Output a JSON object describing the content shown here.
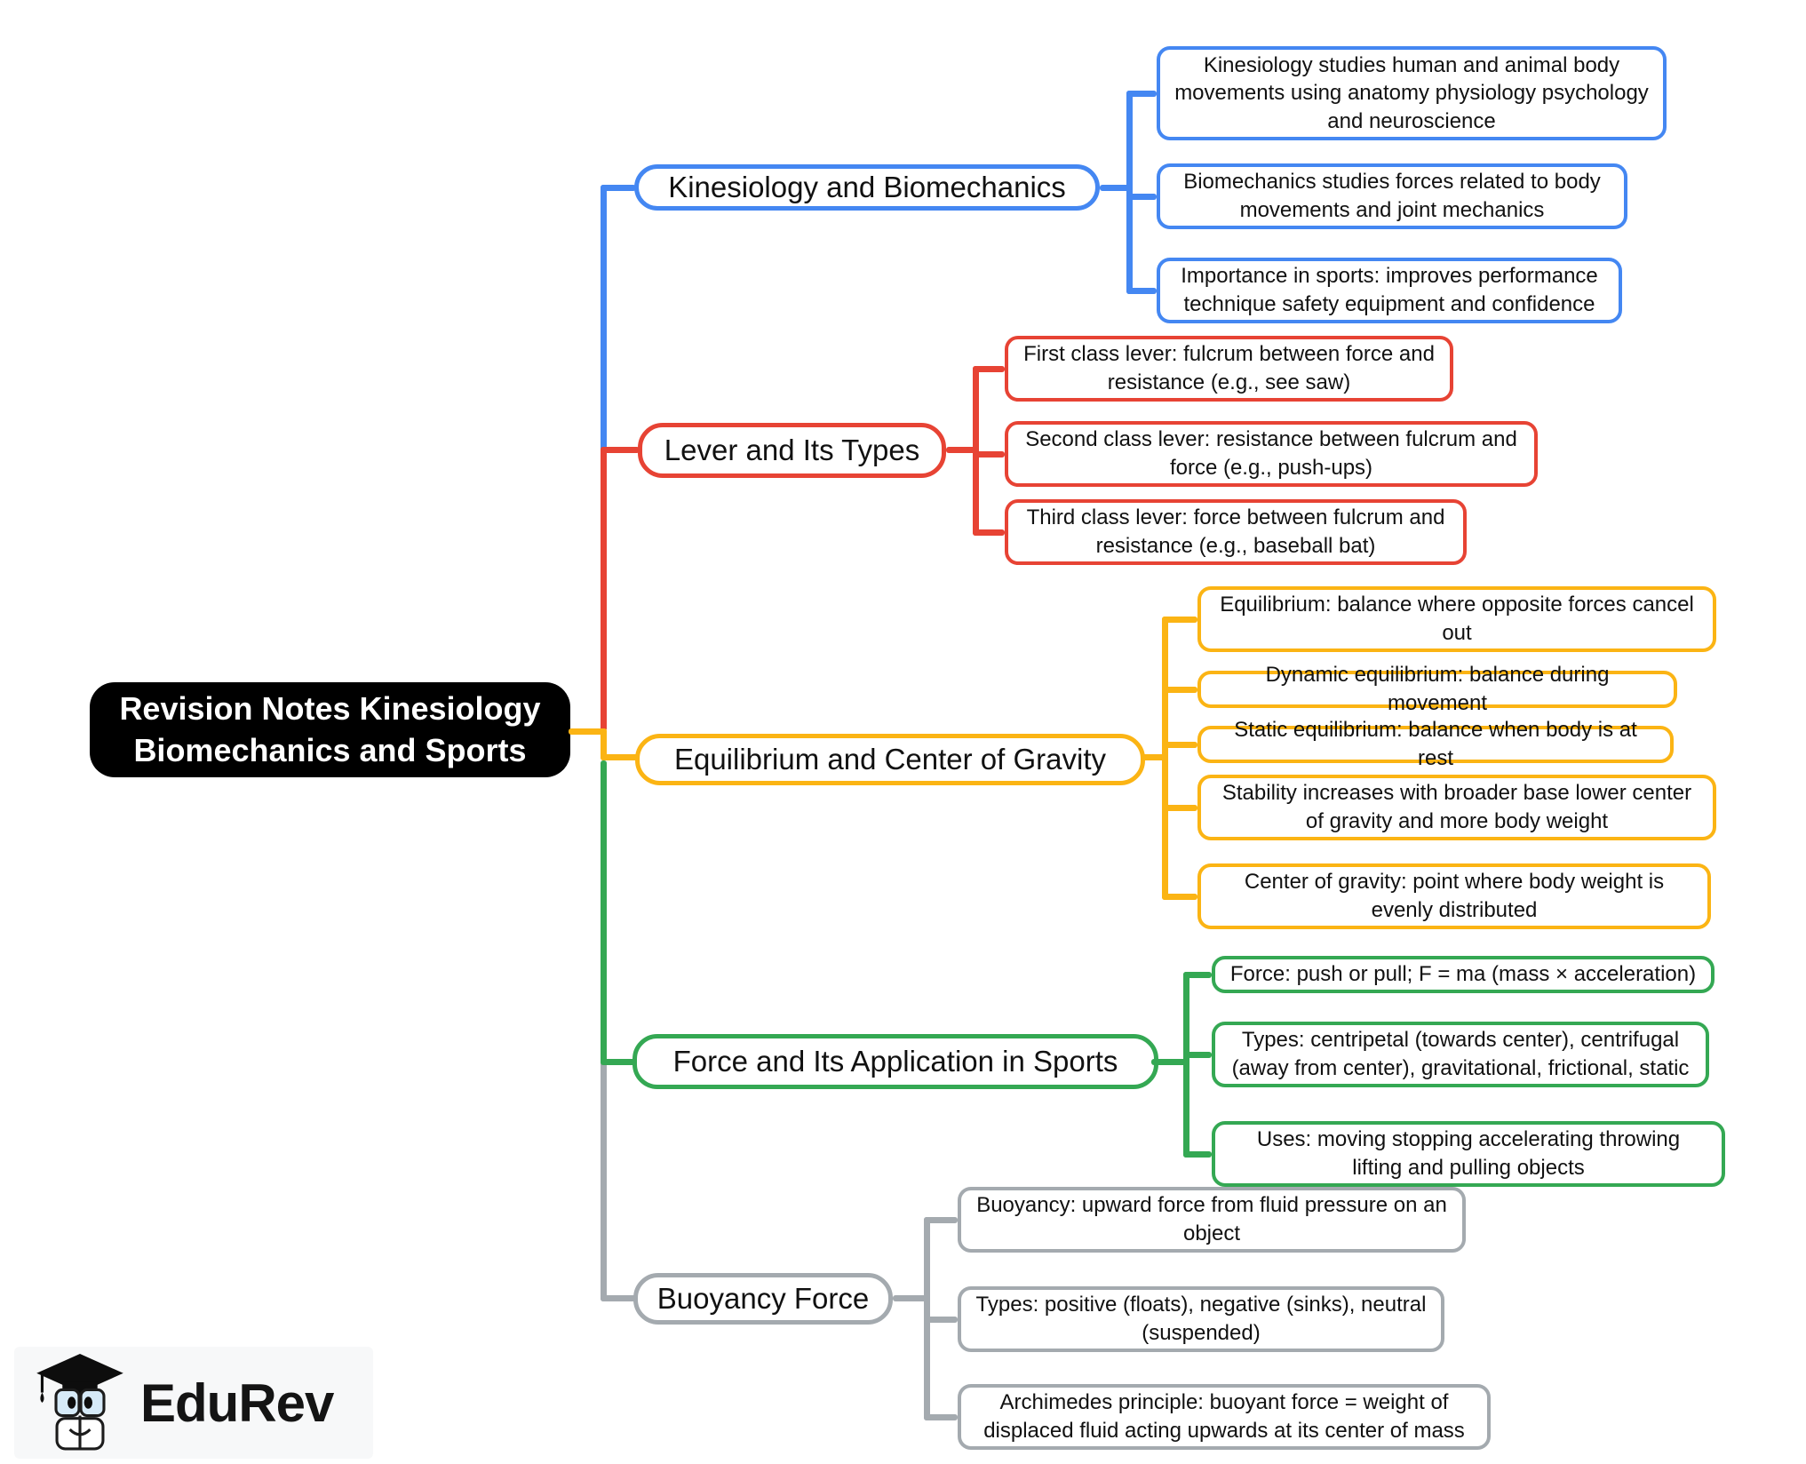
{
  "root": {
    "label": "Revision Notes Kinesiology Biomechanics and Sports"
  },
  "branches": [
    {
      "label": "Kinesiology and Biomechanics",
      "color": "#4487F2",
      "children": [
        "Kinesiology studies human and animal body movements using anatomy physiology psychology and neuroscience",
        "Biomechanics studies forces related to body movements and joint mechanics",
        "Importance in sports: improves performance technique safety equipment and confidence"
      ]
    },
    {
      "label": "Lever and Its Types",
      "color": "#E74334",
      "children": [
        "First class lever: fulcrum between force and resistance (e.g., see saw)",
        "Second class lever: resistance between fulcrum and force (e.g., push-ups)",
        "Third class lever: force between fulcrum and resistance (e.g., baseball bat)"
      ]
    },
    {
      "label": "Equilibrium and Center of Gravity",
      "color": "#FBB414",
      "children": [
        "Equilibrium: balance where opposite forces cancel out",
        "Dynamic equilibrium: balance during movement",
        "Static equilibrium: balance when body is at rest",
        "Stability increases with broader base lower center of gravity and more body weight",
        "Center of gravity: point where body weight is evenly distributed"
      ]
    },
    {
      "label": "Force and Its Application in Sports",
      "color": "#34A853",
      "children": [
        "Force: push or pull; F = ma (mass × acceleration)",
        "Types: centripetal (towards center), centrifugal (away from center), gravitational, frictional, static",
        "Uses: moving stopping accelerating throwing lifting and pulling objects"
      ]
    },
    {
      "label": "Buoyancy Force",
      "color": "#A4AAAF",
      "children": [
        "Buoyancy: upward force from fluid pressure on an object",
        "Types: positive (floats), negative (sinks), neutral (suspended)",
        "Archimedes principle: buoyant force = weight of displaced fluid acting upwards at its center of mass"
      ]
    }
  ],
  "logo": {
    "brand": "EduRev"
  },
  "palette": {
    "blue": "#4487F2",
    "red": "#E74334",
    "yellow": "#FBB414",
    "green": "#34A853",
    "gray": "#A4AAAF",
    "root_bg": "#000000",
    "root_text": "#FFFFFF",
    "background": "#FFFFFF"
  }
}
